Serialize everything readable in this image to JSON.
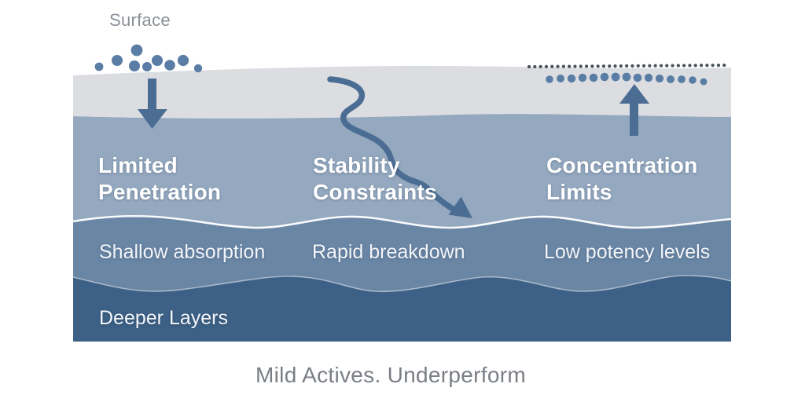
{
  "surface": {
    "label": "Surface"
  },
  "columns": [
    {
      "heading": "Limited Penetration",
      "detail": "Shallow absorption",
      "icon": "arrow-down-icon"
    },
    {
      "heading": "Stability Constraints",
      "detail": "Rapid breakdown",
      "icon": "squiggle-arrow-icon"
    },
    {
      "heading": "Concentration Limits",
      "detail": "Low potency levels",
      "icon": "arrow-up-icon"
    }
  ],
  "deep_layer": {
    "label": "Deeper Layers"
  },
  "caption": "Mild Actives. Underperform",
  "colors": {
    "surface_film": "#dbdde1",
    "upper_layer": "#94a8bf",
    "middle_layer": "#6a86a5",
    "deep_layer": "#3d6186",
    "arrow": "#4c6d93",
    "particles": "#5a7da5",
    "dotted_line": "#49525c",
    "surface_text": "#8b9097",
    "caption_text": "#7a7e85",
    "layer_text": "#ffffff"
  }
}
